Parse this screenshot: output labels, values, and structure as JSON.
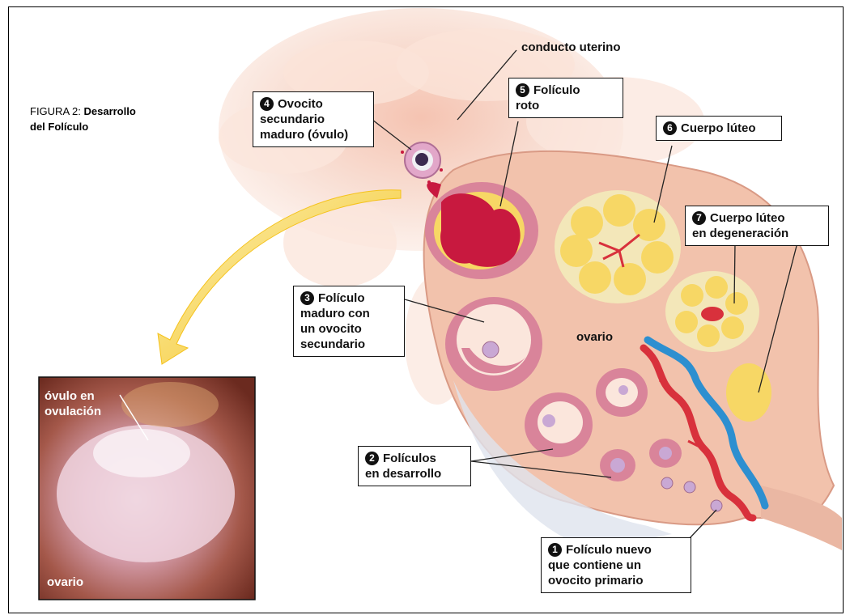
{
  "caption": {
    "prefix": "FIGURA 2:",
    "title_line1": "Desarrollo",
    "title_line2": "del Folículo"
  },
  "labels": {
    "conducto": "conducto uterino",
    "l4": {
      "num": "4",
      "line1": "Ovocito",
      "line2": "secundario",
      "line3": "maduro (óvulo)"
    },
    "l5": {
      "num": "5",
      "line1": "Folículo",
      "line2": "roto"
    },
    "l6": {
      "num": "6",
      "line1": "Cuerpo lúteo"
    },
    "l7": {
      "num": "7",
      "line1": "Cuerpo lúteo",
      "line2": "en degeneración"
    },
    "l3": {
      "num": "3",
      "line1": "Folículo",
      "line2": "maduro con",
      "line3": "un ovocito",
      "line4": "secundario"
    },
    "ovario": "ovario",
    "l2": {
      "num": "2",
      "line1": "Folículos",
      "line2": "en desarrollo"
    },
    "l1": {
      "num": "1",
      "line1": "Folículo nuevo",
      "line2": "que contiene un",
      "line3": "ovocito primario"
    }
  },
  "photo": {
    "label_line1": "óvulo en",
    "label_line2": "ovulación",
    "bottom_label": "ovario"
  },
  "colors": {
    "ovary": "#f2c2ac",
    "follicle_pink": "#d9849a",
    "corpus_yellow": "#f7d765",
    "artery": "#d8313c",
    "vein": "#2d8fd0"
  }
}
